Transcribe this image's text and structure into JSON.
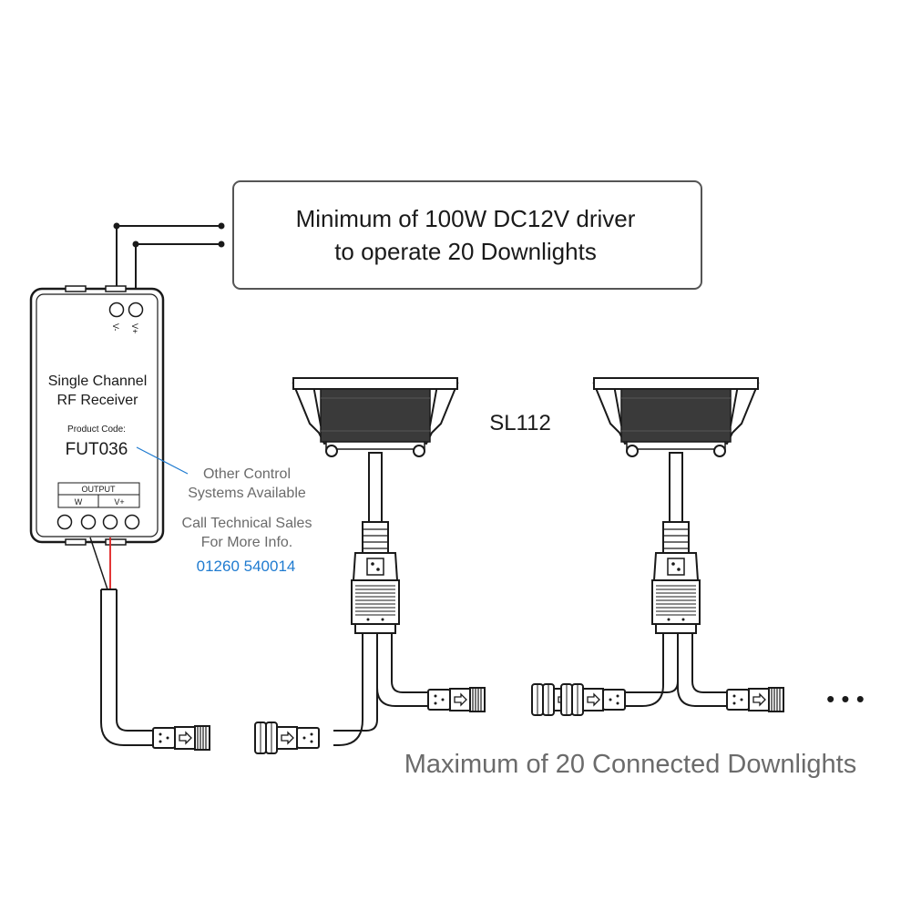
{
  "driver_note": {
    "line1": "Minimum of 100W DC12V driver",
    "line2": "to operate 20 Downlights"
  },
  "receiver": {
    "title_line1": "Single Channel",
    "title_line2": "RF Receiver",
    "product_code_label": "Product Code:",
    "product_code": "FUT036",
    "input_left": "V-",
    "input_right": "V+",
    "output_label": "OUTPUT",
    "output_w": "W",
    "output_vplus": "V+"
  },
  "info": {
    "line1": "Other Control",
    "line2": "Systems Available",
    "line3": "Call Technical Sales",
    "line4": "For More Info.",
    "phone": "01260 540014"
  },
  "downlight_model": "SL112",
  "max_note": "Maximum of 20 Connected Downlights",
  "continuation": "• • •",
  "colors": {
    "line": "#1a1a1a",
    "accent": "#1f7bd0",
    "wire_red": "#e02020",
    "text_grey": "#6b6b6b",
    "fixture_fill": "#3a3a3a"
  }
}
